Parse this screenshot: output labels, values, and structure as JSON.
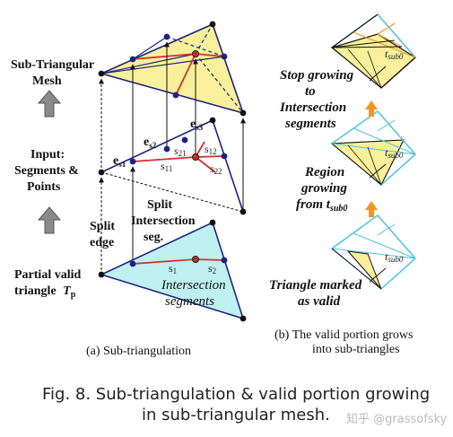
{
  "left_labels": {
    "sub_triangular_line1": "Sub-Triangular",
    "sub_triangular_line2": "Mesh",
    "input_line1": "Input:",
    "input_line2": "Segments &",
    "input_line3": "Points",
    "partial_line1": "Partial valid",
    "partial_line2": "triangle",
    "partial_symbol": "T",
    "partial_sub": "p"
  },
  "middle_labels": {
    "split_edge_line1": "Split",
    "split_edge_line2": "edge",
    "split_inter_line1": "Split",
    "split_inter_line2": "Intersection",
    "split_inter_line3": "seg.",
    "intersection_line1": "Intersection",
    "intersection_line2": "segments"
  },
  "edge_labels": {
    "es1": "e",
    "es1_sub": "s1",
    "es2": "e",
    "es2_sub": "s2",
    "es3": "e",
    "es3_sub": "s3",
    "s11": "s",
    "s11_sub": "11",
    "s21": "s",
    "s21_sub": "21",
    "s12": "s",
    "s12_sub": "12",
    "s22": "s",
    "s22_sub": "22",
    "s1": "s",
    "s1_sub": "1",
    "s2": "s",
    "s2_sub": "2"
  },
  "caption_a": "(a) Sub-triangulation",
  "right_labels": {
    "stop_line1": "Stop growing",
    "stop_line2": "to",
    "stop_line3": "Intersection",
    "stop_line4": "segments",
    "region_line1": "Region",
    "region_line2": "growing",
    "region_line3": "from t",
    "region_sub": "sub0",
    "marked_line1": "Triangle marked",
    "marked_line2": "as valid",
    "tsub0_label": "t",
    "tsub0_sub": "sub0"
  },
  "caption_b_line1": "(b) The valid portion grows",
  "caption_b_line2": "into sub-triangles",
  "figure_caption_line1": "Fig. 8. Sub-triangulation & valid portion growing",
  "figure_caption_line2": "in sub-triangular mesh.",
  "watermark": "知乎 @grassofsky",
  "colors": {
    "yellow_fill": "#f8f09a",
    "cyan_fill": "#bff0f0",
    "edge_blue": "#1a237e",
    "red_segment": "#d32f2f",
    "orange_arrow": "#f7941d",
    "gray_arrow": "#808080",
    "cyan_edge": "#4fc3d9"
  }
}
